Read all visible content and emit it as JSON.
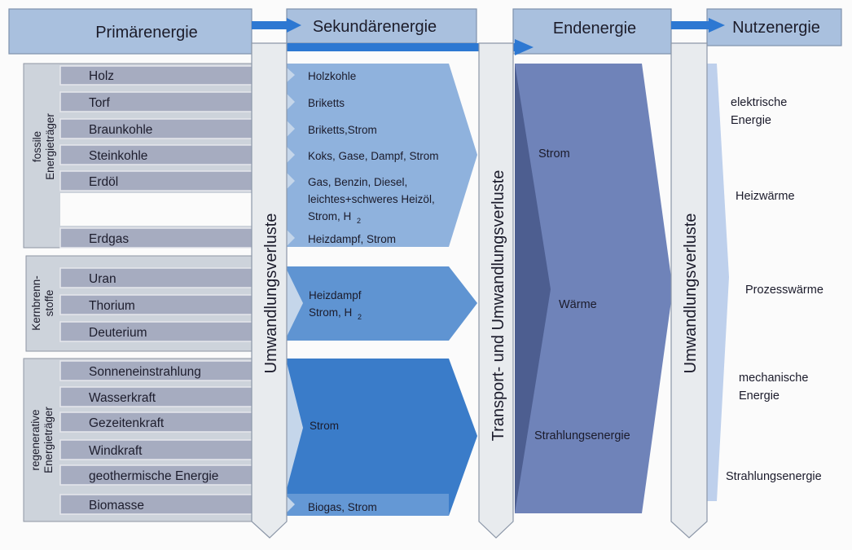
{
  "headers": {
    "primary": "Primärenergie",
    "secondary": "Sekundärenergie",
    "final": "Endenergie",
    "useful": "Nutzenergie"
  },
  "groups": {
    "fossil": [
      "fossile",
      "Energieträger"
    ],
    "nuclear": [
      "Kernbrenn-",
      "stoffe"
    ],
    "renewable": [
      "regenerative",
      "Energieträger"
    ]
  },
  "primary_sources": {
    "fossil": [
      "Holz",
      "Torf",
      "Braunkohle",
      "Steinkohle",
      "Erdöl",
      "Erdgas"
    ],
    "nuclear": [
      "Uran",
      "Thorium",
      "Deuterium"
    ],
    "renewable": [
      "Sonneneinstrahlung",
      "Wasserkraft",
      "Gezeitenkraft",
      "Windkraft",
      "geothermische Energie",
      "Biomasse"
    ]
  },
  "secondary_products": {
    "fossil": {
      "holz": "Holzkohle",
      "torf": "Briketts",
      "braunkohle": "Briketts,Strom",
      "steinkohle": "Koks, Gase, Dampf, Strom",
      "erdoel_line1": "Gas, Benzin, Diesel,",
      "erdoel_line2": "leichtes+schweres Heizöl,",
      "erdoel_line3": "Strom, H",
      "erdoel_sub": "2",
      "erdgas": "Heizdampf, Strom"
    },
    "nuclear": {
      "line1": "Heizdampf",
      "line2": "Strom, H",
      "sub": "2"
    },
    "renewable": {
      "main": "Strom",
      "biomasse": "Biogas, Strom"
    }
  },
  "losses": {
    "conversion": "Umwandlungsverluste",
    "transport": "Transport- und Umwandlungsverluste"
  },
  "final_energy": [
    "Strom",
    "Wärme",
    "Strahlungsenergie"
  ],
  "useful_energy": {
    "electric": [
      "elektrische",
      "Energie"
    ],
    "heat": "Heizwärme",
    "process_heat": "Prozesswärme",
    "mechanical": [
      "mechanische",
      "Energie"
    ],
    "radiation": "Strahlungsenergie"
  },
  "colors": {
    "header_fill": "#a9c0de",
    "header_border": "#7f93ad",
    "left_panel": "#cdd3db",
    "source_bar": "#a6acc0",
    "loss_column": "#e8ebee",
    "fossil_secondary": "#8fb2dd",
    "nuclear_secondary": "#5f94d2",
    "renewable_secondary": "#3a7cc9",
    "final_energy": "#6f83b9",
    "final_energy_dark": "#4d5e90",
    "useful_energy": "#bed0ec",
    "arrow_blue": "#2d78d2"
  }
}
